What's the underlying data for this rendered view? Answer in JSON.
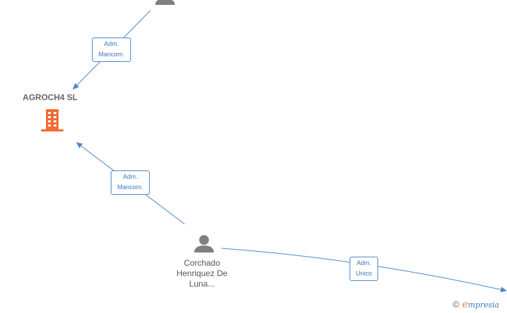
{
  "company": {
    "name": "AGROCH4  SL",
    "icon": "building-icon",
    "color": "#f26a35"
  },
  "persons": [
    {
      "name": "",
      "icon": "person-icon"
    },
    {
      "name": "Corchado Henriquez De Luna...",
      "icon": "person-icon"
    }
  ],
  "edges": [
    {
      "label_line1": "Adm.",
      "label_line2": "Mancom."
    },
    {
      "label_line1": "Adm.",
      "label_line2": "Mancom."
    },
    {
      "label_line1": "Adm.",
      "label_line2": "Unico"
    }
  ],
  "colors": {
    "edge": "#4a86c8",
    "person": "#808080"
  },
  "brand": {
    "copyright": "©",
    "initial": "e",
    "rest": "mpresia"
  }
}
